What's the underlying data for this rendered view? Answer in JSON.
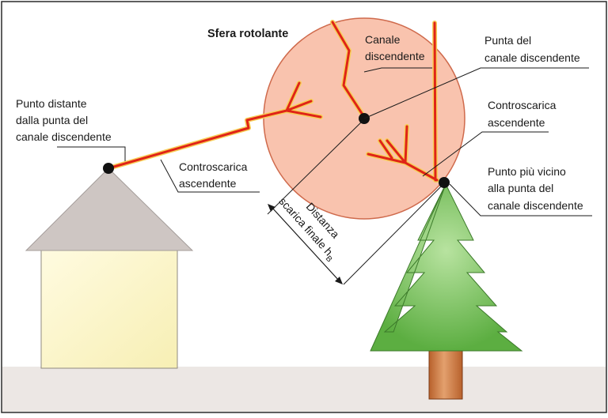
{
  "labels": {
    "sphere_title": "Sfera rotolante",
    "down_channel_1": "Canale",
    "down_channel_2": "discendente",
    "tip_1": "Punta del",
    "tip_2": "canale discendente",
    "far_1": "Punto distante",
    "far_2": "dalla punta del",
    "far_3": "canale discendente",
    "up_house_1": "Controscarica",
    "up_house_2": "ascendente",
    "up_tree_1": "Controscarica",
    "up_tree_2": "ascendente",
    "near_1": "Punto più vicino",
    "near_2": "alla punta del",
    "near_3": "canale discendente",
    "dist_1": "Distanza",
    "dist_2": "scarica finale h",
    "dist_sub": "B"
  },
  "colors": {
    "sphere_fill": "#f9c3ae",
    "sphere_stroke": "#cf6a4c",
    "lightning": "#e02417",
    "lightning_glow": "#f7cf58",
    "roof": "#cec6c3",
    "wall": "#fbf5c3",
    "tree": "#6dbd4f",
    "trunk": "#c9743d",
    "ground": "#ece7e4"
  }
}
